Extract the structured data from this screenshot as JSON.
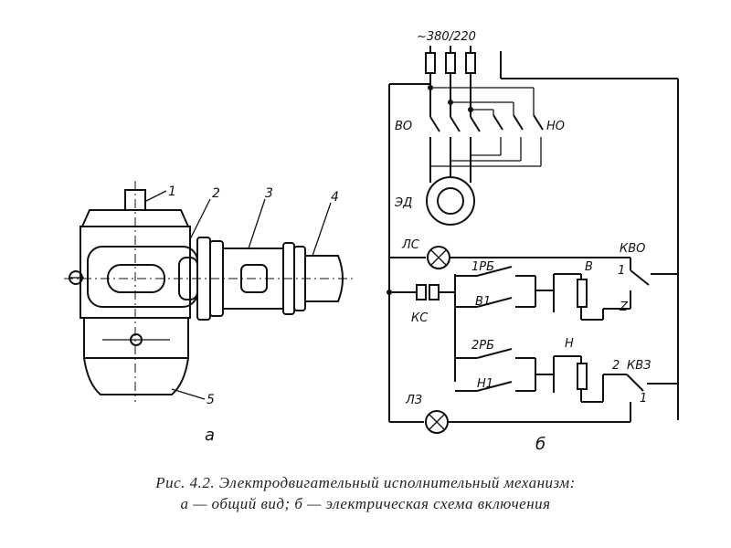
{
  "caption": {
    "line1": "Рис. 4.2. Электродвигательный исполнительный механизм:",
    "line2": "а — общий вид; б — электрическая схема включения"
  },
  "part_a": {
    "callouts": [
      "1",
      "2",
      "3",
      "4",
      "5"
    ],
    "sublabel": "а"
  },
  "part_b": {
    "supply": "~380/220",
    "labels": {
      "vo": "ВО",
      "no": "НО",
      "ed": "ЭД",
      "ls": "ЛС",
      "kvo": "КВО",
      "rb1": "1РБ",
      "b1": "В1",
      "v": "В",
      "ks": "КС",
      "rb2": "2РБ",
      "h": "Н",
      "h1": "Н1",
      "kvz": "КВЗ",
      "lz": "ЛЗ",
      "t1": "1",
      "tz": "Z",
      "t2": "2",
      "t1b": "1"
    },
    "sublabel": "б"
  }
}
